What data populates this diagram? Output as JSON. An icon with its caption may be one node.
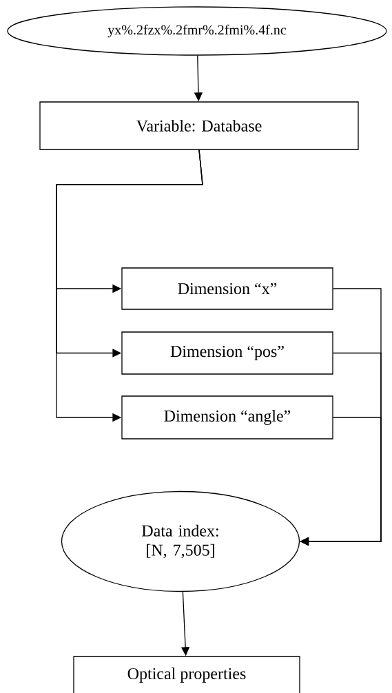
{
  "diagram": {
    "nodes": [
      {
        "text": [
          "yx%.2fzx%.2fmr%.2fmi%.4f.nc"
        ]
      },
      {
        "text": [
          "Variable: Database"
        ]
      },
      {
        "text": [
          "Dimension “x”"
        ]
      },
      {
        "text": [
          "Dimension “pos”"
        ]
      },
      {
        "text": [
          "Dimension “angle”"
        ]
      },
      {
        "text": [
          "Data index: [N, 7,505]"
        ]
      },
      {
        "text": [
          "Optical properties"
        ]
      }
    ],
    "edges": [
      {
        "from": 0,
        "to": 1,
        "arrow": "to"
      },
      {
        "from": 1,
        "to": 2,
        "arrow": "to"
      },
      {
        "from": 1,
        "to": 3,
        "arrow": "to"
      },
      {
        "from": 1,
        "to": 4,
        "arrow": "to"
      },
      {
        "from": 2,
        "to": 5,
        "arrow": "to"
      },
      {
        "from": 3,
        "to": 5,
        "arrow": "to"
      },
      {
        "from": 4,
        "to": 5,
        "arrow": "to"
      },
      {
        "from": 5,
        "to": 6,
        "arrow": "to"
      }
    ]
  }
}
